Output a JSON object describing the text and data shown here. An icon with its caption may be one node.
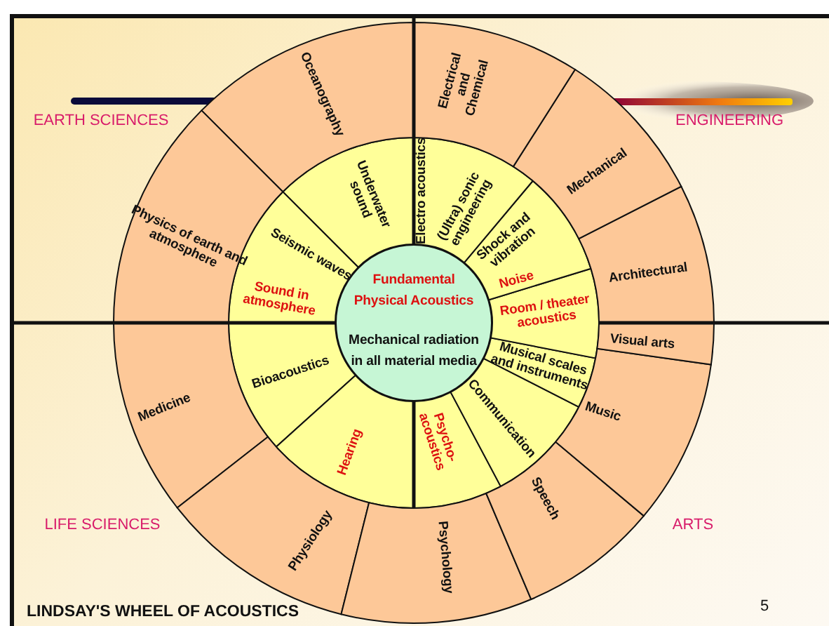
{
  "diagram": {
    "title": "LINDSAY'S WHEEL OF ACOUSTICS",
    "nodes": [
      {
        "text": [
          "Fundamental Physical Acoustics",
          "Mechanical radiation in all material media"
        ]
      },
      {
        "text": [
          "Underwater sound"
        ]
      },
      {
        "text": [
          "Seismic waves",
          "Sound in atmosphere"
        ]
      },
      {
        "text": [
          "Bioacoustics"
        ]
      },
      {
        "text": [
          "Hearing"
        ]
      },
      {
        "text": [
          "Psycho- acoustics"
        ]
      },
      {
        "text": [
          "Communication"
        ]
      },
      {
        "text": [
          "Musical scales and instruments"
        ]
      },
      {
        "text": [
          "Room / theater acoustics"
        ]
      },
      {
        "text": [
          "Shock and vibration",
          "Noise"
        ]
      },
      {
        "text": [
          "Electro acoustics",
          "(Ultra) sonic engineering"
        ]
      },
      {
        "text": [
          "Oceanography"
        ]
      },
      {
        "text": [
          "Physics of earth and atmosphere"
        ]
      },
      {
        "text": [
          "Medicine"
        ]
      },
      {
        "text": [
          "Physiology"
        ]
      },
      {
        "text": [
          "Psychology"
        ]
      },
      {
        "text": [
          "Speech"
        ]
      },
      {
        "text": [
          "Music"
        ]
      },
      {
        "text": [
          "Visual arts"
        ]
      },
      {
        "text": [
          "Architectural"
        ]
      },
      {
        "text": [
          "Mechanical"
        ]
      },
      {
        "text": [
          "Electrical and Chemical"
        ]
      }
    ],
    "labels": [
      "EARTH SCIENCES",
      "ENGINEERING",
      "LIFE SCIENCES",
      "ARTS",
      "5"
    ]
  }
}
